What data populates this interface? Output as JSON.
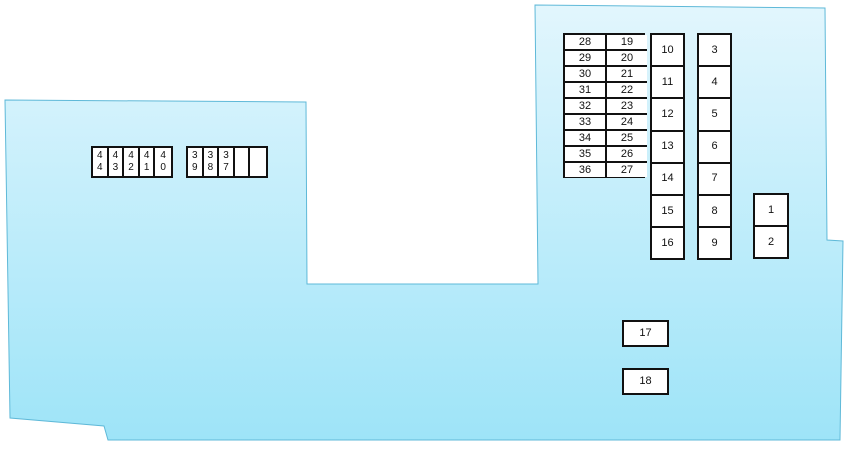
{
  "colors": {
    "panel_top": "#e2f6fd",
    "panel_bottom": "#9ee4f8",
    "panel_edge": "#5fb9d8",
    "fuse_border": "#111111"
  },
  "grid_pairs": [
    [
      "28",
      "19"
    ],
    [
      "29",
      "20"
    ],
    [
      "30",
      "21"
    ],
    [
      "31",
      "22"
    ],
    [
      "32",
      "23"
    ],
    [
      "33",
      "24"
    ],
    [
      "34",
      "25"
    ],
    [
      "35",
      "26"
    ],
    [
      "36",
      "27"
    ]
  ],
  "column_a": [
    "10",
    "11",
    "12",
    "13",
    "14",
    "15",
    "16"
  ],
  "column_b": [
    "3",
    "4",
    "5",
    "6",
    "7",
    "8",
    "9"
  ],
  "column_c": [
    "1",
    "2"
  ],
  "bottom_fuses": [
    "17",
    "18"
  ],
  "left_group_a": [
    "44",
    "43",
    "42",
    "41",
    "40"
  ],
  "left_group_b": [
    "39",
    "38",
    "37",
    "",
    ""
  ]
}
